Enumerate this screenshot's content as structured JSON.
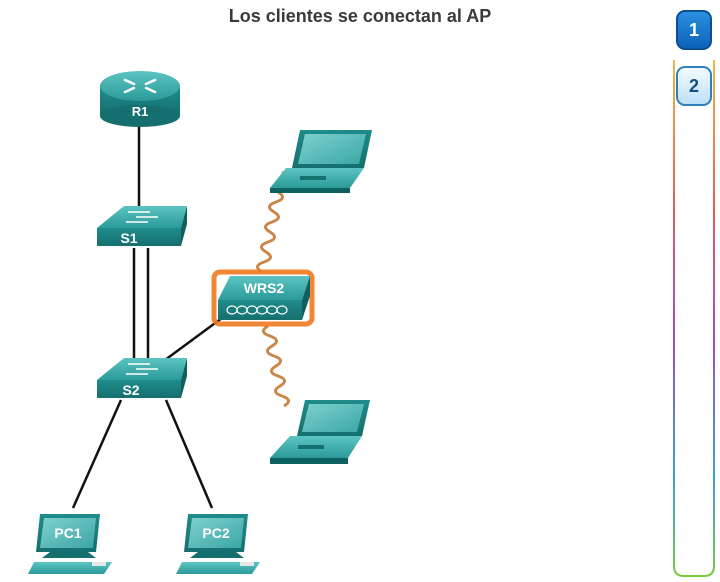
{
  "title": "Los clientes se conectan al AP",
  "nodes": {
    "router": "R1",
    "switch1": "S1",
    "switch2": "S2",
    "wireless_router": "WRS2",
    "pc1": "PC1",
    "pc2": "PC2"
  },
  "steps": [
    "1",
    "2"
  ],
  "active_step": "1",
  "colors": {
    "device_teal": "#1e8a8a",
    "device_dark": "#0e5f5f",
    "highlight": "#f07a1e",
    "wireless_link": "#c9884a",
    "step_active": "#1478d0"
  }
}
